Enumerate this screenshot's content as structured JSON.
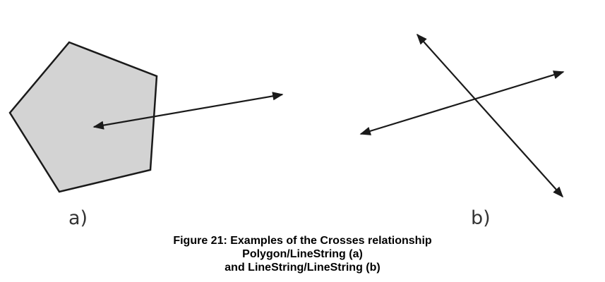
{
  "panels": {
    "a": {
      "label": "a)"
    },
    "b": {
      "label": "b)"
    }
  },
  "caption": {
    "line1": "Figure 21: Examples of the Crosses relationship",
    "line2": "Polygon/LineString (a)",
    "line3": "and LineString/LineString (b)"
  },
  "colors": {
    "polygon_fill": "#d3d3d3",
    "stroke": "#1a1a1a",
    "text": "#000000"
  }
}
